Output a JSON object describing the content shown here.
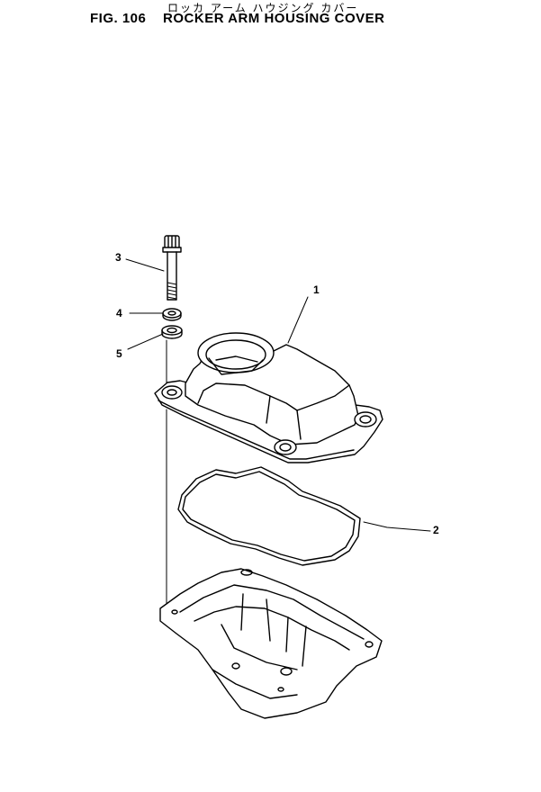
{
  "header": {
    "subtitle_jp": "ロッカ アーム ハウジング カバー",
    "fig_label": "FIG. 106",
    "title": "ROCKER ARM HOUSING COVER"
  },
  "callouts": [
    {
      "num": "1",
      "part": "cover"
    },
    {
      "num": "2",
      "part": "gasket"
    },
    {
      "num": "3",
      "part": "bolt"
    },
    {
      "num": "4",
      "part": "washer"
    },
    {
      "num": "5",
      "part": "seal"
    }
  ],
  "colors": {
    "line": "#000000",
    "background": "#ffffff"
  }
}
